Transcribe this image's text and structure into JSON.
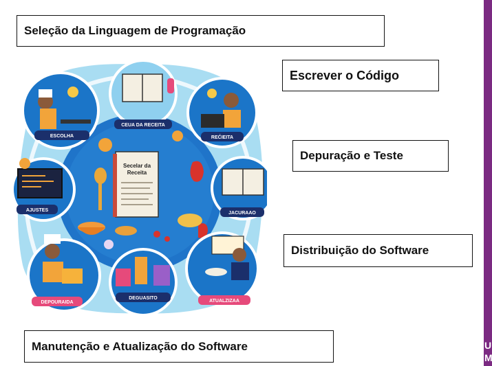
{
  "steps": {
    "step1": "Seleção da Linguagem de Programação",
    "step2": "Escrever o Código",
    "step3": "Depuração e Teste",
    "step4": "Distribuição do Software",
    "step5": "Manutenção e Atualização do Software"
  },
  "illustration": {
    "labels": {
      "escolha": "ESCOLHA",
      "ceua": "CEUA DA RECEITA",
      "receita": "REĆIEITA",
      "ajustes": "AJUSTES",
      "jacuraao": "JACURAAO",
      "depouraida": "DEPOURAIDA",
      "deguasito": "DEGUASITO",
      "atualzizaa": "ATUALZIZAA"
    },
    "book_title_line1": "Secelar da",
    "book_title_line2": "Receita"
  },
  "logo_text": "U M",
  "colors": {
    "sidebar": "#7b2a82",
    "sky": "#a9ddf2",
    "navy": "#1b2f6b",
    "blue": "#1f74c9",
    "label_pink": "#e64a7b"
  }
}
